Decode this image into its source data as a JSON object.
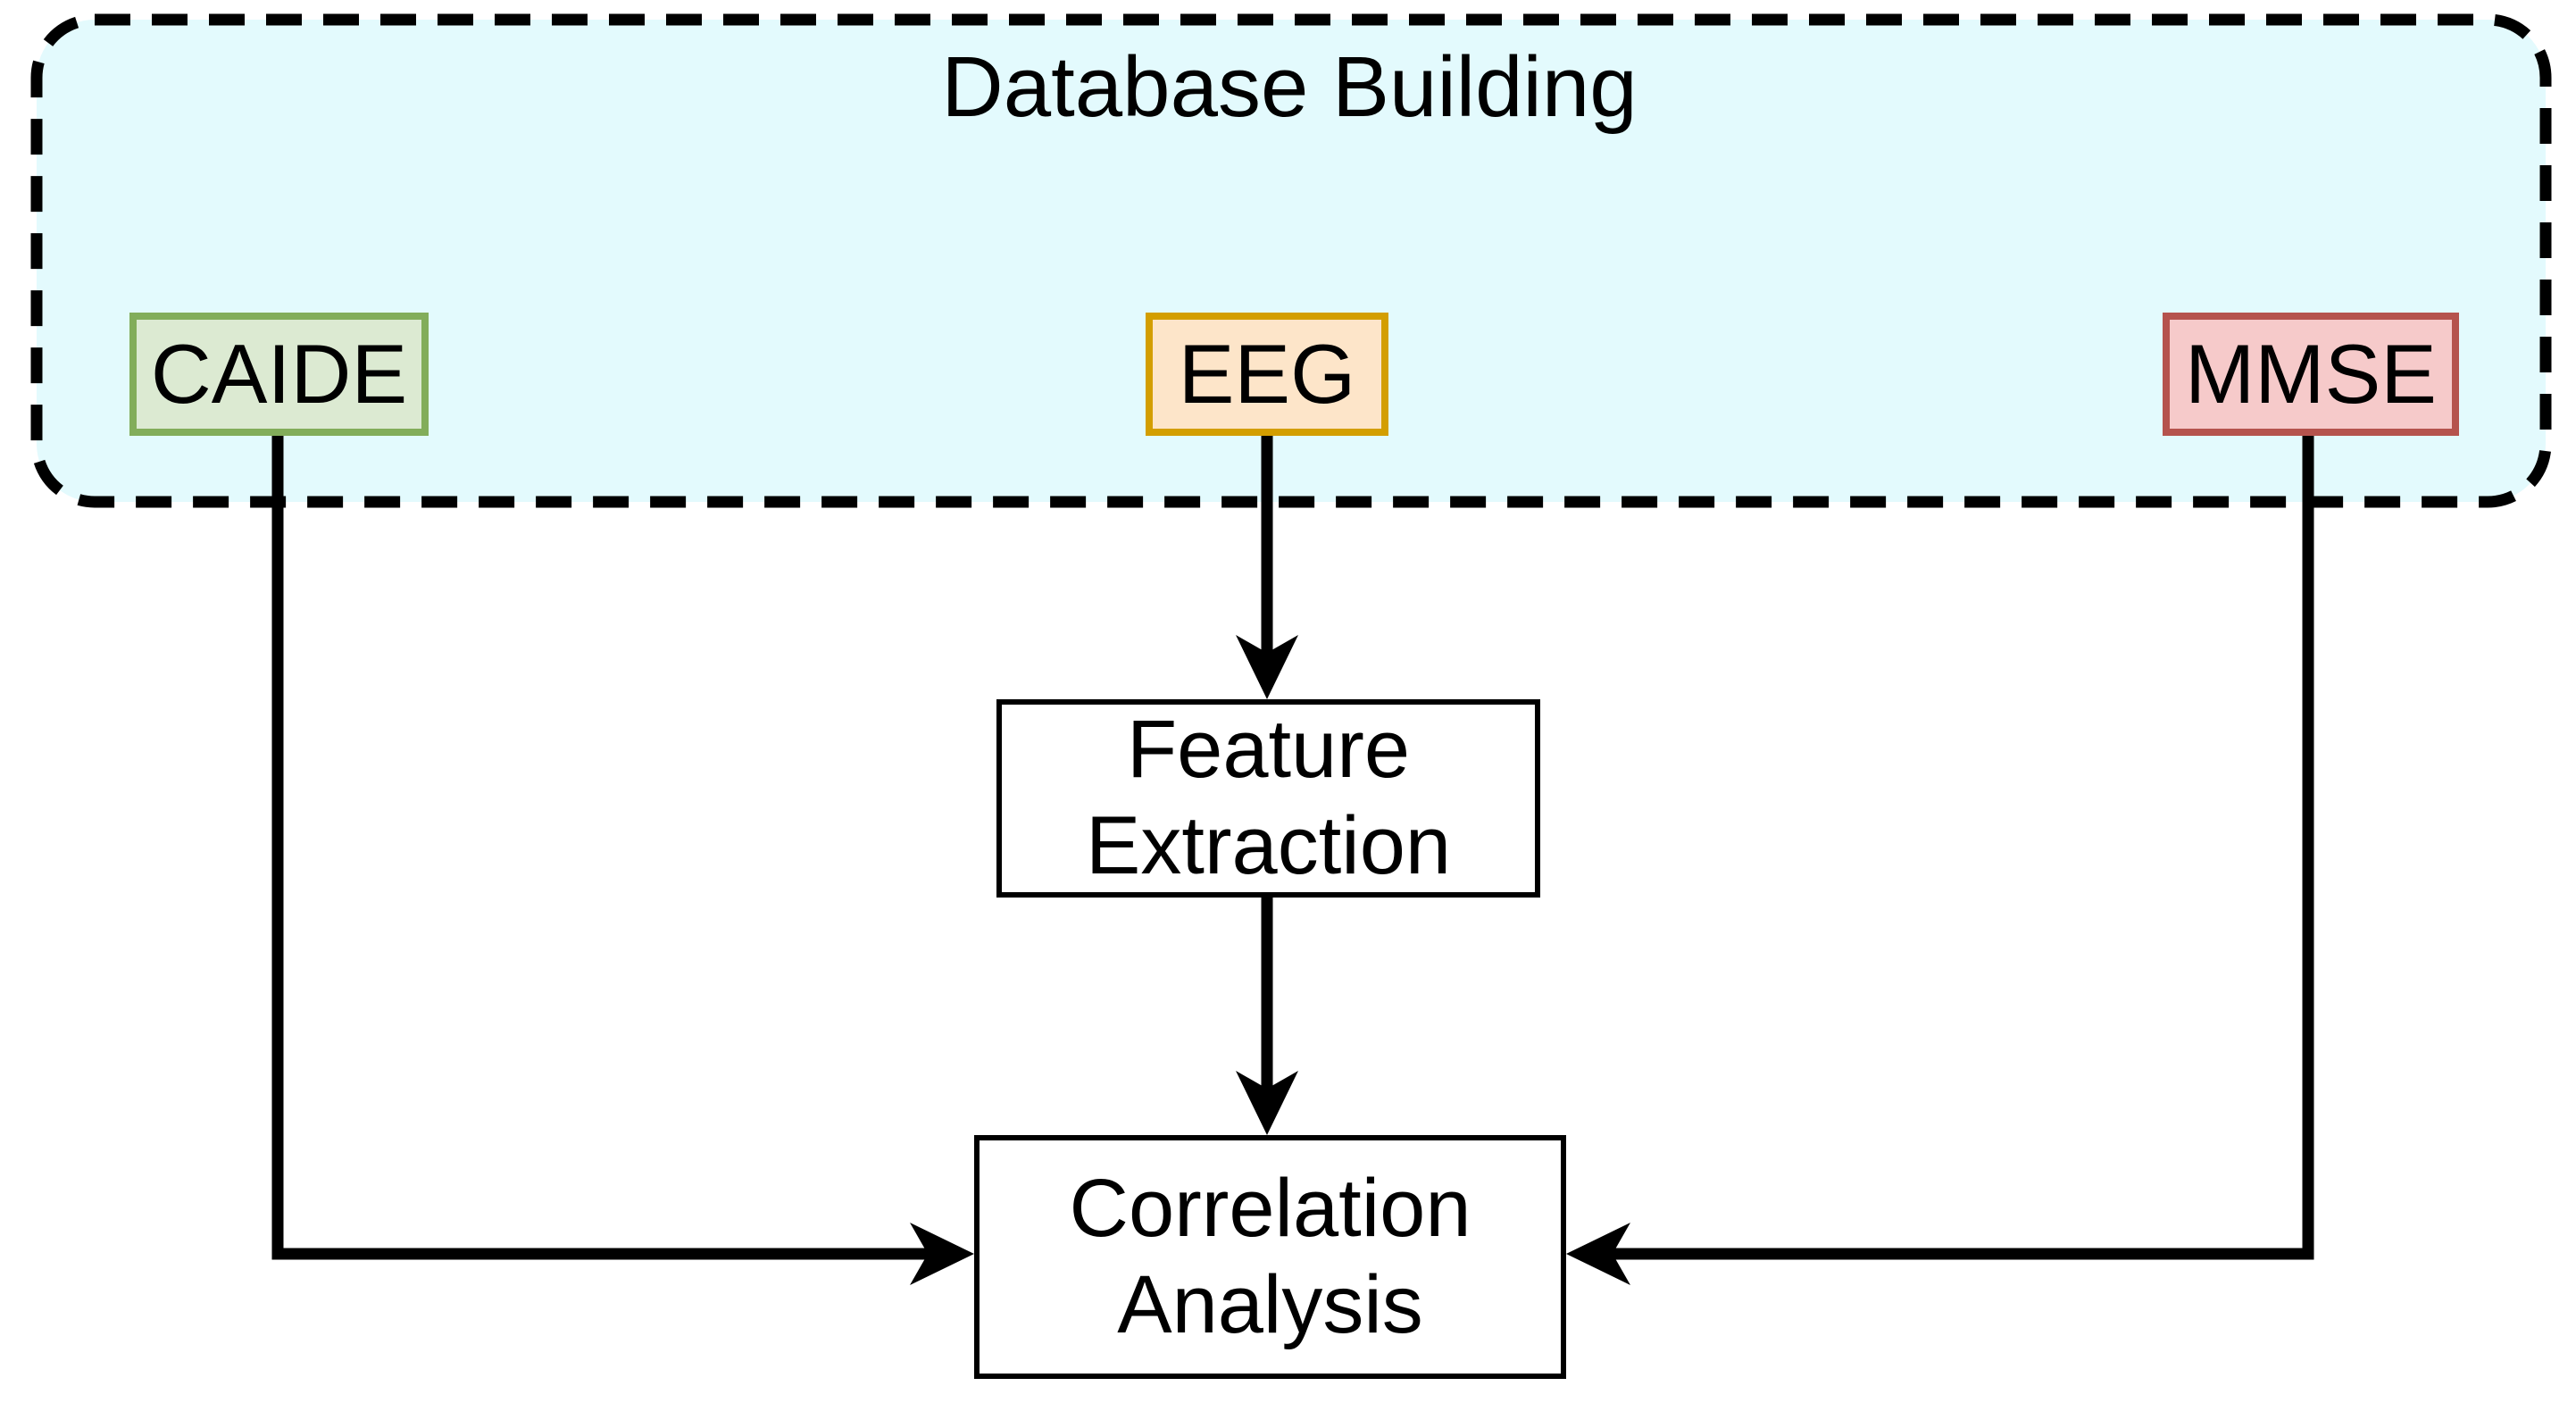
{
  "diagram": {
    "group_title": "Database Building",
    "nodes": {
      "caide": {
        "label": "CAIDE"
      },
      "eeg": {
        "label": "EEG"
      },
      "mmse": {
        "label": "MMSE"
      },
      "feature_extraction": {
        "label": "Feature\nExtraction"
      },
      "correlation_analysis": {
        "label": "Correlation\nAnalysis"
      }
    },
    "edges": [
      {
        "from": "EEG",
        "to": "Feature Extraction"
      },
      {
        "from": "Feature Extraction",
        "to": "Correlation Analysis"
      },
      {
        "from": "CAIDE",
        "to": "Correlation Analysis"
      },
      {
        "from": "MMSE",
        "to": "Correlation Analysis"
      }
    ],
    "colors": {
      "container_fill": "#e3fafd",
      "container_border": "#000000",
      "caide_fill": "#dcead2",
      "caide_border": "#82ad5a",
      "eeg_fill": "#fde5c9",
      "eeg_border": "#d39e00",
      "mmse_fill": "#f6caca",
      "mmse_border": "#b5534d",
      "process_fill": "#ffffff",
      "process_border": "#000000",
      "line": "#000000"
    }
  }
}
